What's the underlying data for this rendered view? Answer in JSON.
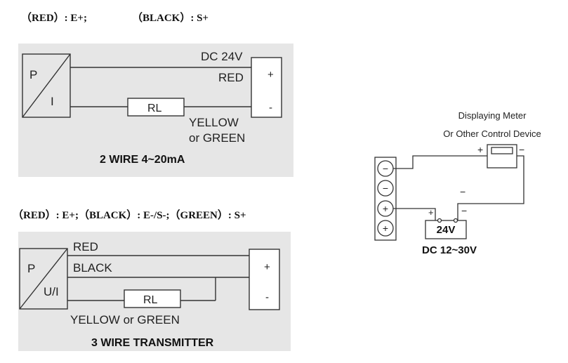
{
  "top_caption": {
    "left": "（RED）: E+;",
    "right": "（BLACK）: S+"
  },
  "mid_caption": "（RED）: E+;（BLACK）: E-/S-;（GREEN）: S+",
  "diagram_2wire": {
    "block_top_label": "P",
    "block_bottom_label": "I",
    "supply_label": "DC 24V",
    "red_label": "RED",
    "resistor_label": "RL",
    "yellow_label": "YELLOW",
    "green_label": "or GREEN",
    "plus_label": "+",
    "minus_label": "-",
    "title": "2 WIRE 4~20mA"
  },
  "diagram_3wire": {
    "block_top_label": "P",
    "block_bottom_label": "U/I",
    "red_label": "RED",
    "black_label": "BLACK",
    "resistor_label": "RL",
    "yellow_green_label": "YELLOW or GREEN",
    "plus_label": "+",
    "minus_label": "-",
    "title": "3 WIRE TRANSMITTER"
  },
  "diagram_meter": {
    "meter_line1": "Displaying Meter",
    "meter_line2": "Or Other Control Device",
    "meter_plus": "+",
    "meter_minus": "−",
    "wire_minus": "−",
    "battery_plus": "+",
    "battery_minus": "−",
    "battery_label": "24V",
    "supply_label": "DC 12~30V",
    "terminals": [
      "−",
      "−",
      "+",
      "+"
    ]
  }
}
